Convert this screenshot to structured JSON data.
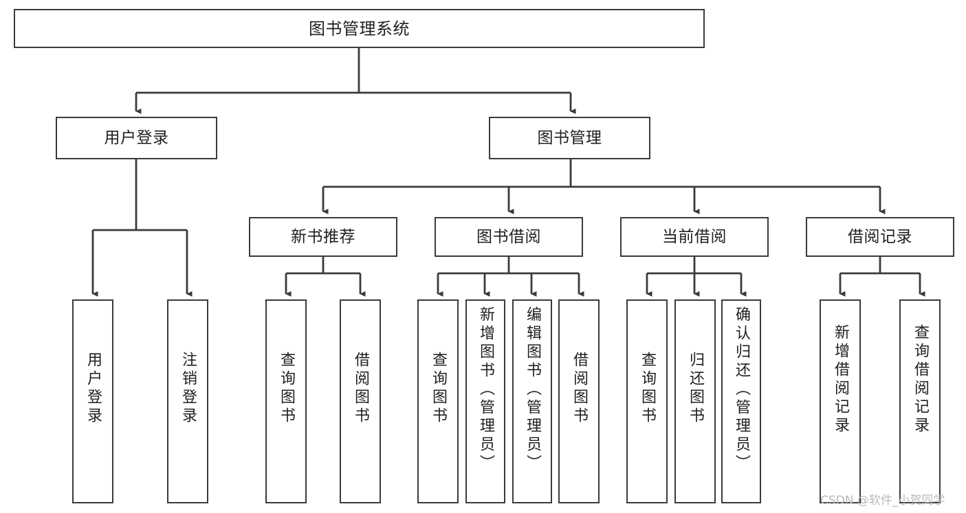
{
  "diagram": {
    "title": "图书管理系统",
    "type": "tree-hierarchy-chart",
    "colors": {
      "box_border": "#3a3a3a",
      "box_fill": "#ffffff",
      "edge": "#3a3a3a",
      "text": "#1f1f1f",
      "watermark": "#b9b9b9",
      "background": "#ffffff"
    },
    "watermark": "CSDN @软件_小贺同学",
    "nodes": {
      "root": {
        "label": "图书管理系统"
      },
      "level2": [
        {
          "id": "user-login",
          "label": "用户登录"
        },
        {
          "id": "book-manage",
          "label": "图书管理"
        }
      ],
      "level3": [
        {
          "id": "new-book-recommend",
          "label": "新书推荐"
        },
        {
          "id": "book-borrow",
          "label": "图书借阅"
        },
        {
          "id": "current-borrow",
          "label": "当前借阅"
        },
        {
          "id": "borrow-record",
          "label": "借阅记录"
        }
      ],
      "leaves": {
        "user-login": [
          {
            "id": "leaf-user-login",
            "label": "用户登录"
          },
          {
            "id": "leaf-logout-login",
            "label": "注销登录"
          }
        ],
        "new-book-recommend": [
          {
            "id": "leaf-query-book-1",
            "label": "查询图书"
          },
          {
            "id": "leaf-borrow-book-1",
            "label": "借阅图书"
          }
        ],
        "book-borrow": [
          {
            "id": "leaf-query-book-2",
            "label": "查询图书"
          },
          {
            "id": "leaf-add-book",
            "label": "新增图书（管理员）"
          },
          {
            "id": "leaf-edit-book",
            "label": "编辑图书（管理员）"
          },
          {
            "id": "leaf-borrow-book-2",
            "label": "借阅图书"
          }
        ],
        "current-borrow": [
          {
            "id": "leaf-query-book-3",
            "label": "查询图书"
          },
          {
            "id": "leaf-return-book",
            "label": "归还图书"
          },
          {
            "id": "leaf-confirm-return",
            "label": "确认归还（管理员）"
          }
        ],
        "borrow-record": [
          {
            "id": "leaf-add-record",
            "label": "新增借阅记录"
          },
          {
            "id": "leaf-query-record",
            "label": "查询借阅记录"
          }
        ]
      }
    }
  }
}
